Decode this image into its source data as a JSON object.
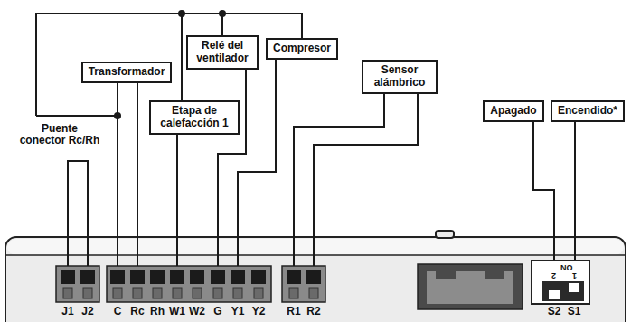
{
  "diagram": {
    "nodes": [
      {
        "text": [
          "Transformador"
        ]
      },
      {
        "text": [
          "Relé del ventilador"
        ]
      },
      {
        "text": [
          "Compresor"
        ]
      },
      {
        "text": [
          "Etapa de calefacción 1"
        ]
      },
      {
        "text": [
          "Sensor alámbrico"
        ]
      },
      {
        "text": [
          "Apagado"
        ]
      },
      {
        "text": [
          "Encendido*"
        ]
      }
    ],
    "edges": [
      {
        "from": 2,
        "to": 1,
        "arrow": "none"
      },
      {
        "from": 2,
        "to": 3,
        "arrow": "none"
      }
    ],
    "labels": [
      "Puente conector Rc/Rh",
      "J1",
      "J2",
      "C",
      "Rc",
      "Rh",
      "W1",
      "W2",
      "G",
      "Y1",
      "Y2",
      "R1",
      "R2",
      "S2",
      "S1",
      "ON",
      "1",
      "2"
    ]
  }
}
